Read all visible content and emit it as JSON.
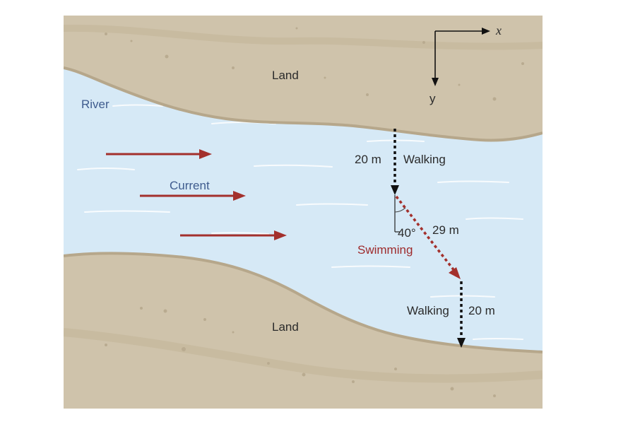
{
  "labels": {
    "land_top": "Land",
    "land_bottom": "Land",
    "river": "River",
    "current": "Current",
    "axis_x": "x",
    "axis_y": "y",
    "walk1_distance": "20 m",
    "walk1_label": "Walking",
    "angle": "40°",
    "swim_distance": "29 m",
    "swim_label": "Swimming",
    "walk2_label": "Walking",
    "walk2_distance": "20 m"
  },
  "colors": {
    "land": "#cfc3ab",
    "land_edge": "#b6a78b",
    "water": "#d6e9f6",
    "current_arrow": "#a3302c",
    "swim_path": "#a3302c",
    "walk_path": "#111111"
  },
  "icons": {
    "current_arrows": "right-arrow-icon",
    "axes": "axis-arrows-icon"
  }
}
